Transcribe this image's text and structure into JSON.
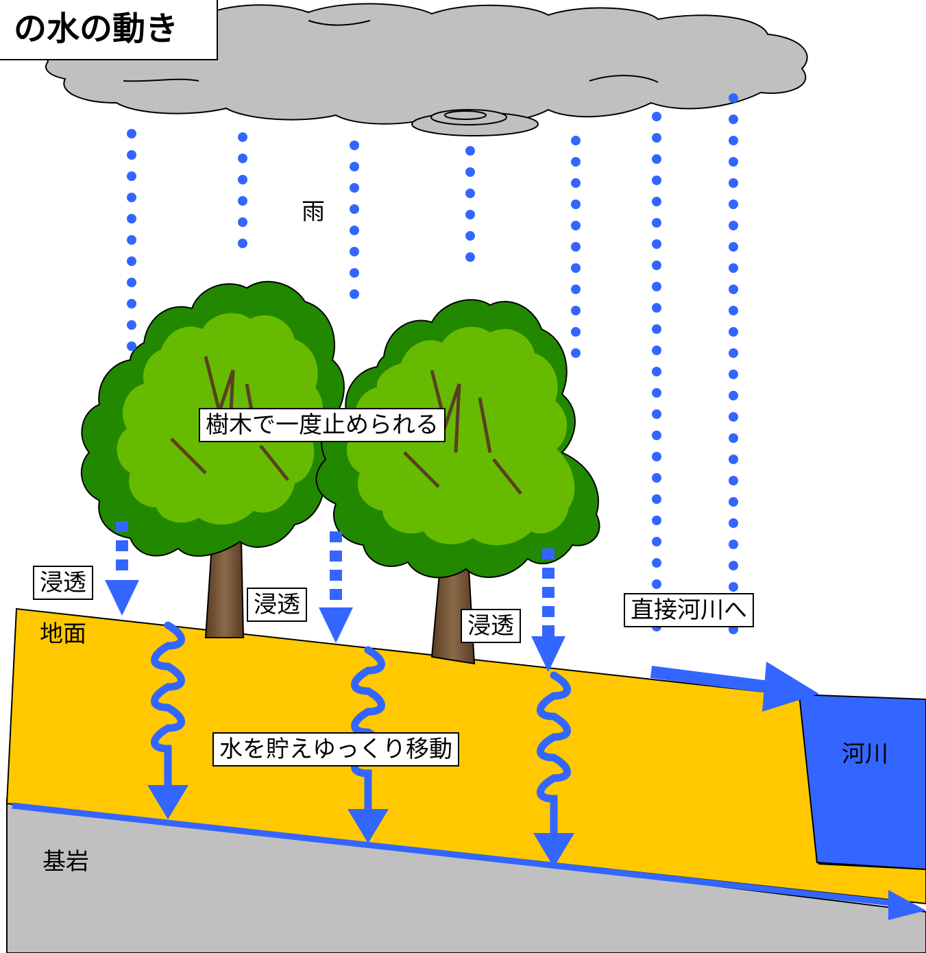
{
  "title": "の水の動き",
  "labels": {
    "rain": "雨",
    "trees": "樹木で一度止められる",
    "infiltration_1": "浸透",
    "infiltration_2": "浸透",
    "infiltration_3": "浸透",
    "direct_river": "直接河川へ",
    "ground_surface": "地面",
    "storage": "水を貯えゆっくり移動",
    "river": "河川",
    "bedrock": "基岩"
  },
  "colors": {
    "soil": "#ffc800",
    "bedrock": "#c0c0c0",
    "water": "#3366ff",
    "cloud": "#c0c0c0",
    "foliage": "#66bb00",
    "foliage_shadow": "#228800",
    "trunk": "#806040"
  }
}
